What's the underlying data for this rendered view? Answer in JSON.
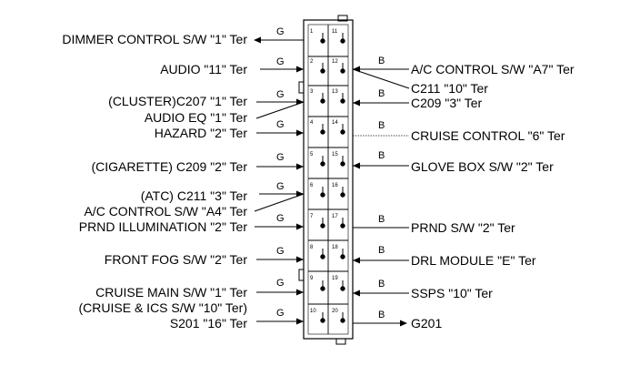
{
  "left_labels": [
    {
      "text": "DIMMER CONTROL S/W \"1\" Ter",
      "pin": "1",
      "wire": "G"
    },
    {
      "text": "AUDIO \"11\" Ter",
      "pin": "2",
      "wire": "G"
    },
    {
      "text": "(CLUSTER)C207 \"1\" Ter",
      "pin": "3",
      "wire": "G"
    },
    {
      "text": "AUDIO EQ \"1\" Ter",
      "pin": "3",
      "wire": ""
    },
    {
      "text": "HAZARD \"2\" Ter",
      "pin": "4",
      "wire": "G"
    },
    {
      "text": "(CIGARETTE) C209 \"2\" Ter",
      "pin": "5",
      "wire": "G"
    },
    {
      "text": "(ATC) C211 \"3\" Ter",
      "pin": "6",
      "wire": "G"
    },
    {
      "text": "A/C CONTROL S/W \"A4\" Ter",
      "pin": "6",
      "wire": ""
    },
    {
      "text": "PRND ILLUMINATION \"2\" Ter",
      "pin": "7",
      "wire": "G"
    },
    {
      "text": "FRONT FOG S/W \"2\" Ter",
      "pin": "8",
      "wire": "G"
    },
    {
      "text": "CRUISE MAIN S/W \"1\" Ter",
      "pin": "9",
      "wire": "G"
    },
    {
      "text": "(CRUISE & ICS S/W \"10\" Ter)",
      "pin": "9",
      "wire": ""
    },
    {
      "text": "S201 \"16\" Ter",
      "pin": "10",
      "wire": "G"
    }
  ],
  "right_labels": [
    {
      "text": "A/C CONTROL S/W \"A7\" Ter",
      "pin": "12",
      "wire": "B"
    },
    {
      "text": "C211 \"10\" Ter",
      "pin": "12",
      "wire": ""
    },
    {
      "text": "C209 \"3\" Ter",
      "pin": "13",
      "wire": "B"
    },
    {
      "text": "CRUISE CONTROL \"6\" Ter",
      "pin": "14",
      "wire": "B"
    },
    {
      "text": "GLOVE BOX S/W \"2\" Ter",
      "pin": "15",
      "wire": "B"
    },
    {
      "text": "PRND S/W \"2\" Ter",
      "pin": "17",
      "wire": "B"
    },
    {
      "text": "DRL MODULE \"E\" Ter",
      "pin": "18",
      "wire": "B"
    },
    {
      "text": "SSPS \"10\" Ter",
      "pin": "19",
      "wire": "B"
    },
    {
      "text": "G201",
      "pin": "20",
      "wire": "B"
    }
  ],
  "pins_left": [
    "1",
    "2",
    "3",
    "4",
    "5",
    "6",
    "7",
    "8",
    "9",
    "10"
  ],
  "pins_right": [
    "11",
    "12",
    "13",
    "14",
    "15",
    "16",
    "17",
    "18",
    "19",
    "20"
  ]
}
